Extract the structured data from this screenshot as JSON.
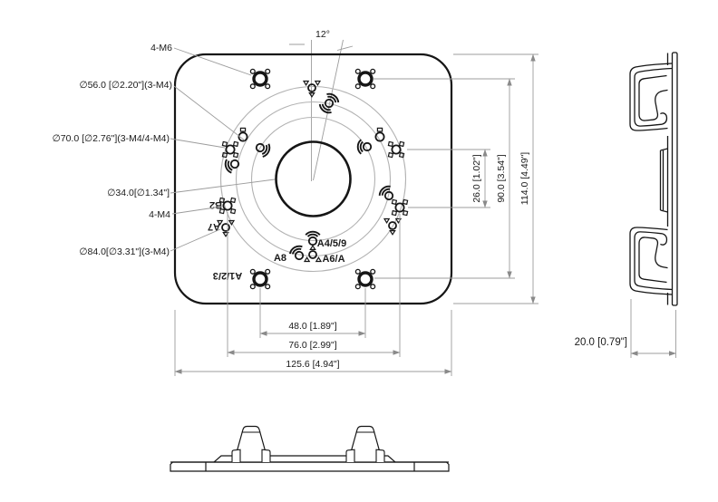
{
  "front_view": {
    "callouts": {
      "holes_m6": "4-M6",
      "circle_56": "∅56.0 [∅2.20\"](3-M4)",
      "circle_70": "∅70.0 [∅2.76\"](3-M4/4-M4)",
      "circle_34": "∅34.0[∅1.34\"]",
      "holes_m4": "4-M4",
      "circle_84": "∅84.0[∅3.31\"](3-M4)",
      "angle": "12°"
    },
    "adapter_labels": {
      "b2": "B2",
      "a7": "A7",
      "a123": "A1/2/3",
      "a8": "A8",
      "a459": "A4/5/9",
      "a6a": "A6/A"
    },
    "dims_right": [
      "26.0 [1.02\"]",
      "90.0 [3.54\"]",
      "114.0 [4.49\"]"
    ],
    "dims_bottom": [
      "48.0 [1.89\"]",
      "76.0 [2.99\"]",
      "125.6 [4.94\"]"
    ]
  },
  "side_view": {
    "dim_depth": "20.0 [0.79\"]"
  },
  "colors": {
    "edge": "#161616",
    "dim_line": "#9c9c9c",
    "background": "#ffffff"
  }
}
